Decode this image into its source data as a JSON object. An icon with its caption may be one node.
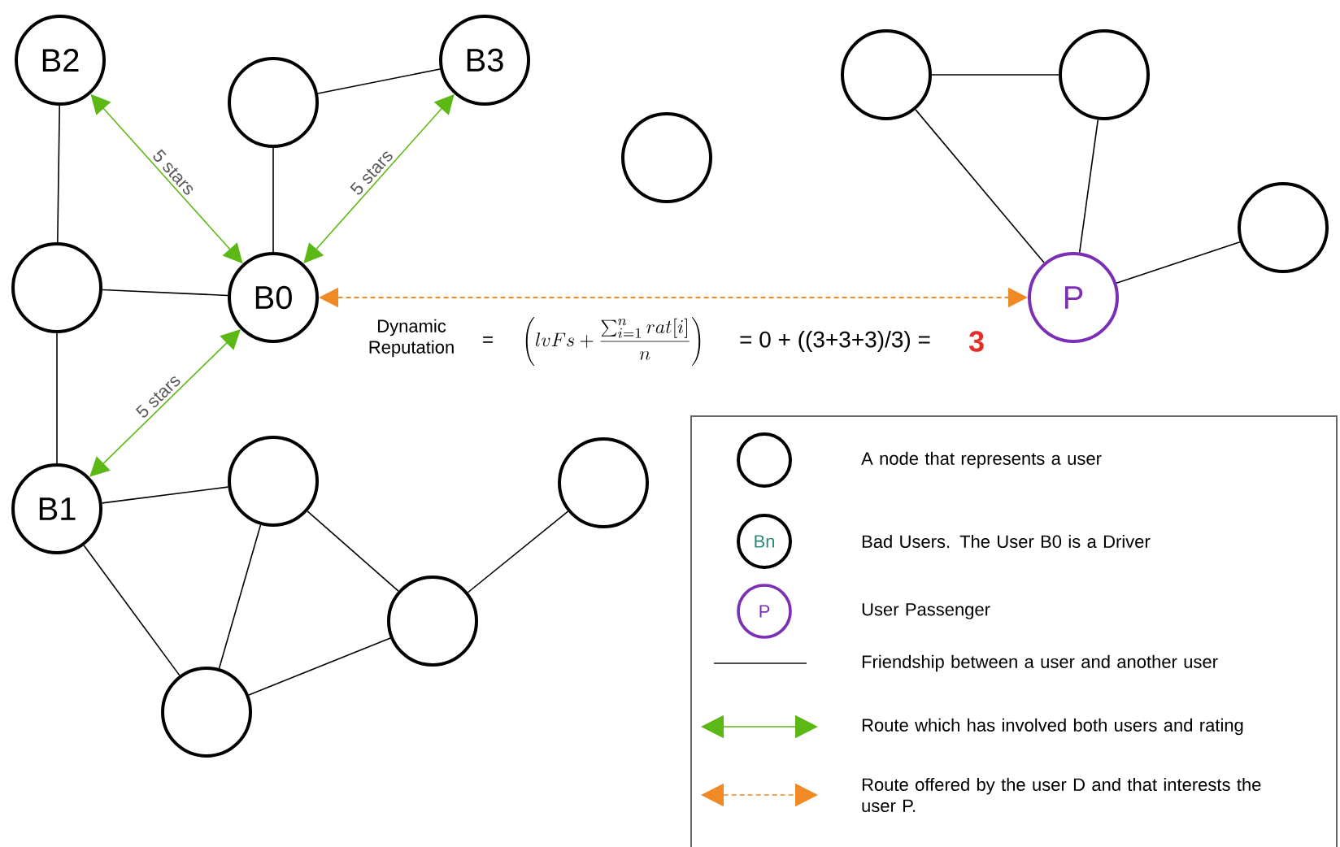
{
  "diagram": {
    "nodes": [
      {
        "text": [
          "B2"
        ]
      },
      {
        "text": [],
        "shape": "circle"
      },
      {
        "text": [
          "B3"
        ]
      },
      {
        "text": [],
        "shape": "circle"
      },
      {
        "text": [],
        "shape": "circle"
      },
      {
        "text": [
          "B0"
        ]
      },
      {
        "text": [
          "B1"
        ]
      },
      {
        "text": [],
        "shape": "circle"
      },
      {
        "text": [],
        "shape": "circle"
      },
      {
        "text": [],
        "shape": "circle"
      },
      {
        "text": [],
        "shape": "circle"
      },
      {
        "text": [],
        "shape": "circle"
      },
      {
        "text": [],
        "shape": "circle"
      },
      {
        "text": [],
        "shape": "circle"
      },
      {
        "text": [
          "P"
        ]
      }
    ],
    "edges": [
      {
        "from": 0,
        "to": 4,
        "arrow": "none"
      },
      {
        "from": 1,
        "to": 2,
        "arrow": "none"
      },
      {
        "from": 1,
        "to": 5,
        "arrow": "none"
      },
      {
        "from": 4,
        "to": 5,
        "arrow": "none"
      },
      {
        "from": 4,
        "to": 6,
        "arrow": "none"
      },
      {
        "from": 6,
        "to": 7,
        "arrow": "none"
      },
      {
        "from": 6,
        "to": 10,
        "arrow": "none"
      },
      {
        "from": 7,
        "to": 10,
        "arrow": "none"
      },
      {
        "from": 7,
        "to": 9,
        "arrow": "none"
      },
      {
        "from": 9,
        "to": 8,
        "arrow": "none"
      },
      {
        "from": 9,
        "to": 10,
        "arrow": "none"
      },
      {
        "from": 11,
        "to": 12,
        "arrow": "none"
      },
      {
        "from": 11,
        "to": 14,
        "arrow": "none"
      },
      {
        "from": 12,
        "to": 14,
        "arrow": "none"
      },
      {
        "from": 14,
        "to": 13,
        "arrow": "none"
      },
      {
        "from": 0,
        "to": 5,
        "arrow": "both",
        "label": "5 stars",
        "color": "#5cb814"
      },
      {
        "from": 5,
        "to": 2,
        "arrow": "both",
        "label": "5 stars",
        "color": "#5cb814"
      },
      {
        "from": 6,
        "to": 5,
        "arrow": "both",
        "label": "5 stars",
        "color": "#5cb814"
      },
      {
        "from": 5,
        "to": 14,
        "arrow": "both",
        "style": "dashed",
        "color": "#f08a24"
      }
    ],
    "labels": [
      "Dynamic Reputation",
      "=",
      "\\left(lvFs+\\frac{\\sum_{i=1}^{n} rat[i]}{n}\\right)",
      "= 0 + ((3+3+3)/3) =",
      "3",
      "Bn",
      "P"
    ],
    "legend": [
      {
        "text": "A node that represents a user"
      },
      {
        "text": "Bad Users. The User B0 is a Driver"
      },
      {
        "text": "User Passenger"
      },
      {
        "text": "Friendship between a user and another user"
      },
      {
        "text": "Route which has involved both users and rating"
      },
      {
        "text": "Route offered by the user D and that interests the user P."
      }
    ]
  }
}
